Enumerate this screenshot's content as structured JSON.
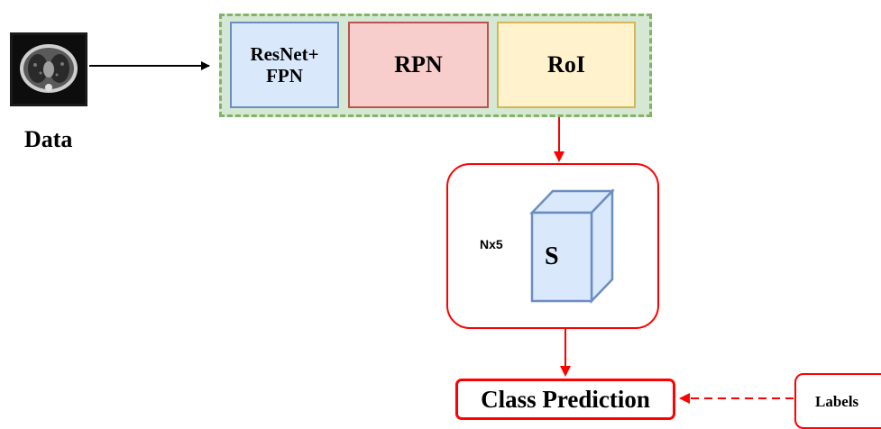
{
  "input": {
    "label": "Data"
  },
  "backbone": {
    "blocks": [
      {
        "label_line1": "ResNet+",
        "label_line2": "FPN",
        "fill": "#dae8fc",
        "stroke": "#6c8ebf"
      },
      {
        "label": "RPN",
        "fill": "#f8cecc",
        "stroke": "#b85450"
      },
      {
        "label": "RoI",
        "fill": "#fff2cc",
        "stroke": "#d6b656"
      }
    ],
    "container_fill": "#d5e8d4",
    "container_stroke": "#82b366"
  },
  "score_tensor": {
    "shape_label": "Nx5",
    "symbol": "S"
  },
  "output": {
    "label": "Class Prediction"
  },
  "ground_truth": {
    "label": "Labels"
  },
  "colors": {
    "accent": "#ff0000",
    "cube_fill": "#dae8fc",
    "cube_stroke": "#6c8ebf"
  }
}
